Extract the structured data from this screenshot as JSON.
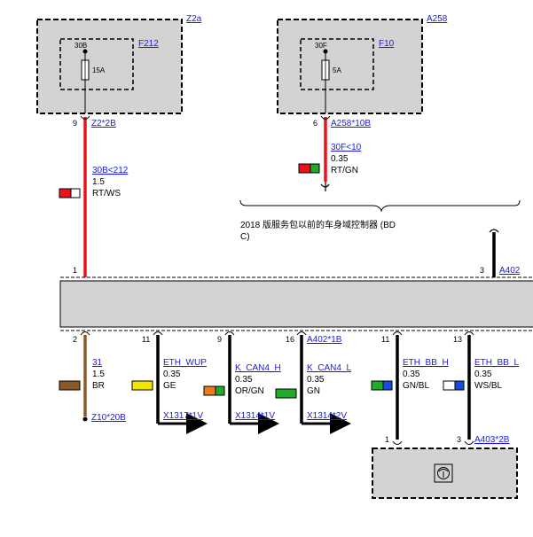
{
  "components": {
    "z2a": {
      "label": "Z2a"
    },
    "f212": {
      "label": "F212",
      "terminal": "30B",
      "rating": "15A"
    },
    "a258": {
      "label": "A258"
    },
    "f10": {
      "label": "F10",
      "terminal": "30F",
      "rating": "5A"
    },
    "a403": {
      "label": "A403*2B",
      "pin_left": "1",
      "pin_right": "3"
    }
  },
  "top_wires": [
    {
      "pin": "9",
      "connector": "Z2*2B",
      "circuit": "30B<212",
      "gauge": "1.5",
      "color_code": "RT/WS",
      "swatch": [
        "#e8141c",
        "#ffffff"
      ],
      "wire_color": "#e8141c"
    },
    {
      "pin": "6",
      "connector": "A258*10B",
      "circuit": "30F<10",
      "gauge": "0.35",
      "color_code": "RT/GN",
      "swatch": [
        "#e8141c",
        "#22aa2a"
      ],
      "wire_color": "#e8141c"
    }
  ],
  "note": {
    "line1": "2018 版服务包以前的车身域控制器 (BD",
    "line2": "C)"
  },
  "module_top": {
    "pin_left": "1",
    "pin_right": "3",
    "connector_right": "A402"
  },
  "bottom_wires": [
    {
      "pin": "2",
      "circuit": "31",
      "gauge": "1.5",
      "color_code": "BR",
      "swatch": [
        "#8b5a2b",
        "#8b5a2b"
      ],
      "wire_color": "#8b5a2b",
      "end_connector": "Z10*20B"
    },
    {
      "pin": "11",
      "circuit": "ETH_WUP",
      "gauge": "0.35",
      "color_code": "GE",
      "swatch": [
        "#f2e600",
        "#f2e600"
      ],
      "wire_color": "#000000",
      "end_connector": "X1317*1V"
    },
    {
      "pin": "9",
      "circuit": "K_CAN4_H",
      "gauge": "0.35",
      "color_code": "OR/GN",
      "swatch": [
        "#f07a1a",
        "#22aa2a"
      ],
      "wire_color": "#000000",
      "end_connector": "X1314*1V"
    },
    {
      "pin": "16",
      "circuit": "K_CAN4_L",
      "gauge": "0.35",
      "color_code": "GN",
      "swatch": [
        "#22aa2a",
        "#22aa2a"
      ],
      "wire_color": "#000000",
      "end_connector": "X1314*2V",
      "top_connector": "A402*1B"
    },
    {
      "pin": "11",
      "circuit": "ETH_BB_H",
      "gauge": "0.35",
      "color_code": "GN/BL",
      "swatch": [
        "#22aa2a",
        "#1a4ae0"
      ],
      "wire_color": "#000000"
    },
    {
      "pin": "13",
      "circuit": "ETH_BB_L",
      "gauge": "0.35",
      "color_code": "WS/BL",
      "swatch": [
        "#ffffff",
        "#1a4ae0"
      ],
      "wire_color": "#000000"
    }
  ],
  "colors": {
    "box_fill": "#d3d3d3",
    "link": "#1a1aee",
    "red_wire": "#e8141c"
  }
}
